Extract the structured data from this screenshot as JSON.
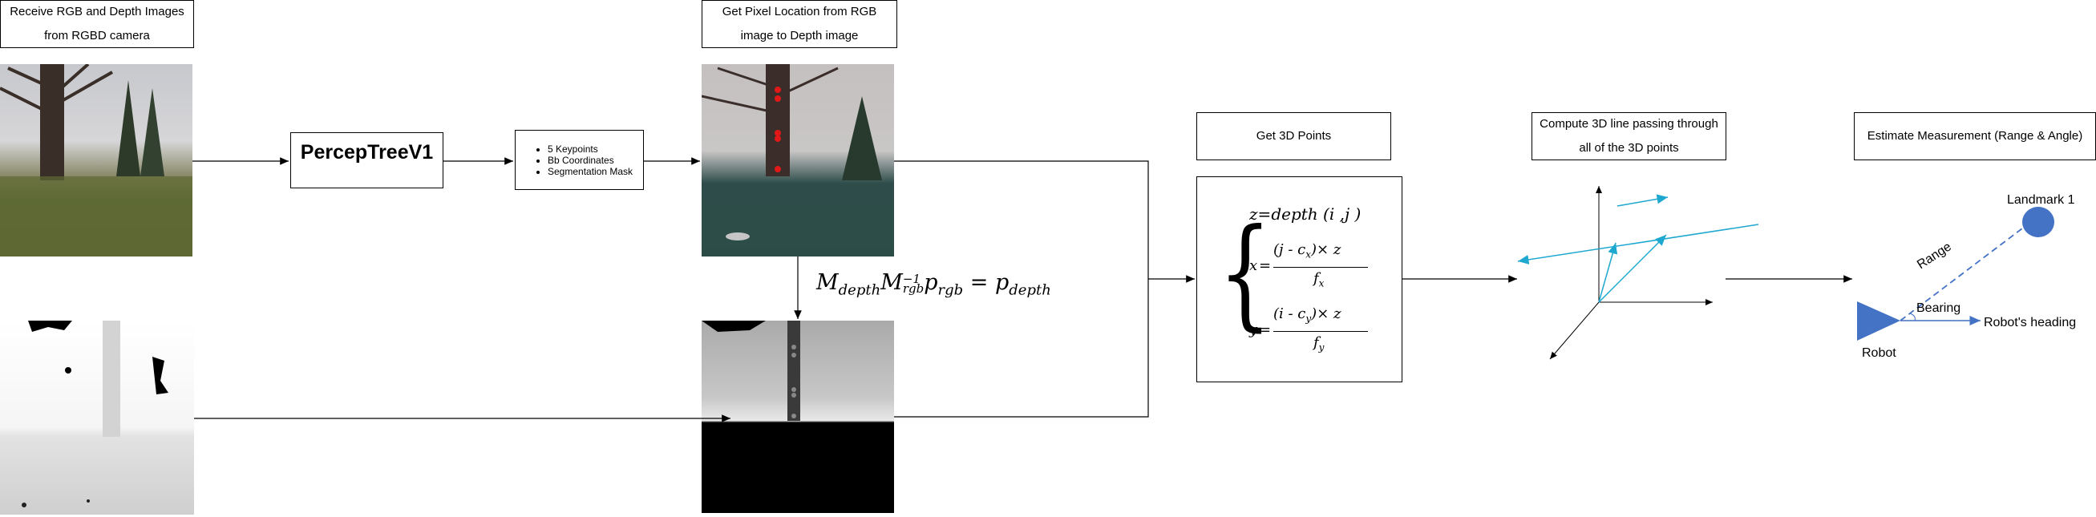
{
  "steps": {
    "receive": "Receive RGB and Depth Images from RGBD camera",
    "get_pixel": "Get Pixel Location from RGB image to Depth image",
    "get_3d": "Get 3D Points",
    "compute_line": "Compute 3D line passing through all of the 3D points",
    "estimate": "Estimate Measurement (Range & Angle)"
  },
  "model": {
    "name": "PercepTreeV1"
  },
  "outputs": [
    "5 Keypoints",
    "Bb Coordinates",
    "Segmentation Mask"
  ],
  "equations": {
    "transform": {
      "M": "M",
      "depth": "depth",
      "rgb": "rgb",
      "inv": "−1",
      "p": "p",
      "eq": "="
    },
    "z_lhs": "z",
    "z_rhs": "depth",
    "z_args": "(i ,j )",
    "x_lhs": "x",
    "x_num_open": "(j - c",
    "x_sub": "x",
    "x_num_close": ")× z",
    "x_den": "f",
    "x_den_sub": "x",
    "y_lhs": "y",
    "y_num_open": "(i - c",
    "y_sub": "y",
    "y_num_close": ")× z",
    "y_den": "f",
    "y_den_sub": "y",
    "eq": "="
  },
  "measurement": {
    "landmark": "Landmark 1",
    "range": "Range",
    "bearing": "Bearing",
    "heading": "Robot's heading",
    "robot": "Robot"
  },
  "colors": {
    "line_blue": "#1ea8d0",
    "robot_blue": "#4472c4"
  }
}
